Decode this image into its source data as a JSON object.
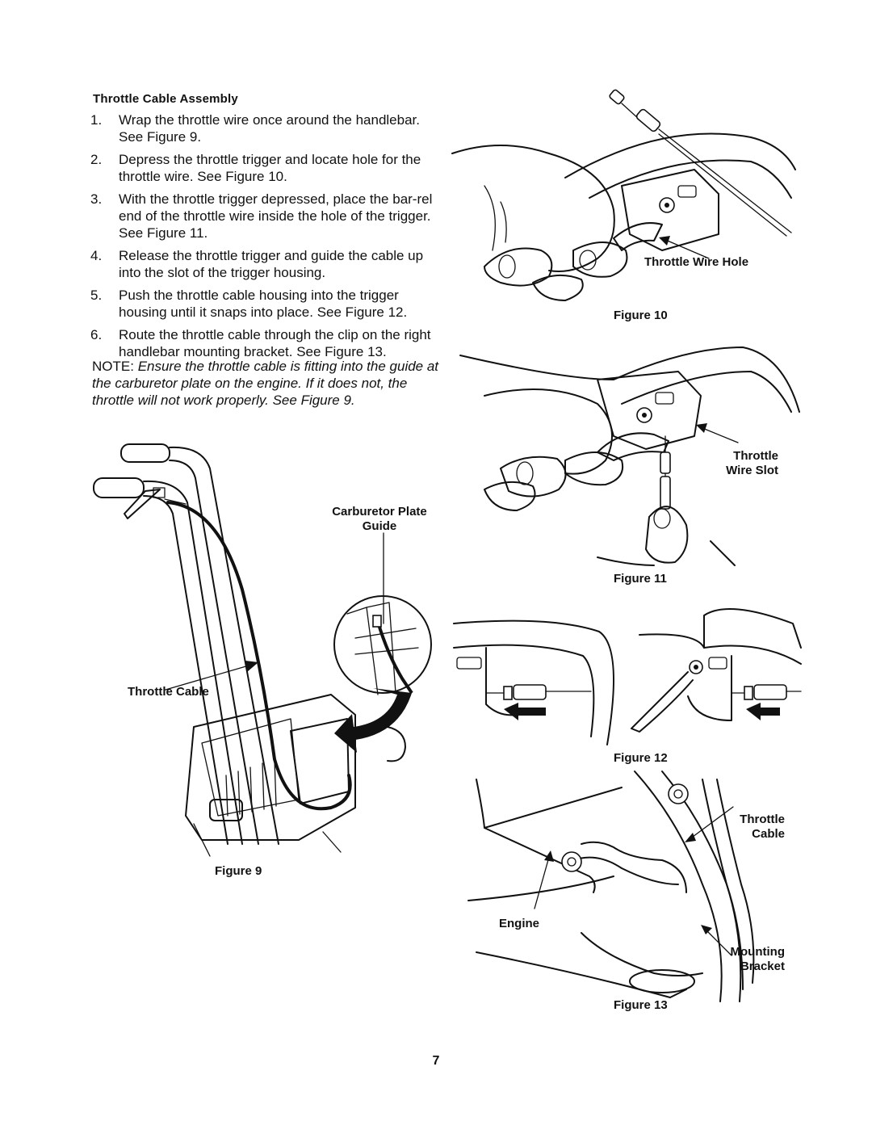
{
  "section": {
    "heading": "Throttle Cable Assembly",
    "steps": [
      {
        "num": "1.",
        "text": "Wrap the throttle wire once around the handlebar. See Figure 9."
      },
      {
        "num": "2.",
        "text": "Depress the throttle trigger and locate hole for the throttle wire. See Figure 10."
      },
      {
        "num": "3.",
        "text": "With the throttle trigger depressed, place the bar-rel end of the throttle wire inside the hole of the trigger. See Figure 11."
      },
      {
        "num": "4.",
        "text": "Release the throttle trigger and guide the cable up into the slot of the trigger housing."
      },
      {
        "num": "5.",
        "text": "Push the throttle cable housing into the trigger housing until it snaps into place. See Figure 12."
      },
      {
        "num": "6.",
        "text": "Route the throttle cable through the clip on the right handlebar mounting bracket. See Figure 13."
      }
    ],
    "note_lead": "NOTE:",
    "note_text": "Ensure the throttle cable is fitting into the guide at the carburetor plate on the engine. If it does not, the throttle will not work properly. See Figure 9."
  },
  "figures": {
    "fig9": {
      "caption": "Figure 9",
      "label_carb": "Carburetor Plate Guide",
      "label_cable": "Throttle Cable"
    },
    "fig10": {
      "caption": "Figure 10",
      "label_hole": "Throttle Wire Hole"
    },
    "fig11": {
      "caption": "Figure 11",
      "label_slot": "Throttle Wire Slot"
    },
    "fig12": {
      "caption": "Figure 12"
    },
    "fig13": {
      "caption": "Figure 13",
      "label_cable": "Throttle Cable",
      "label_engine": "Engine",
      "label_bracket": "Mounting Bracket"
    }
  },
  "page_number": "7"
}
